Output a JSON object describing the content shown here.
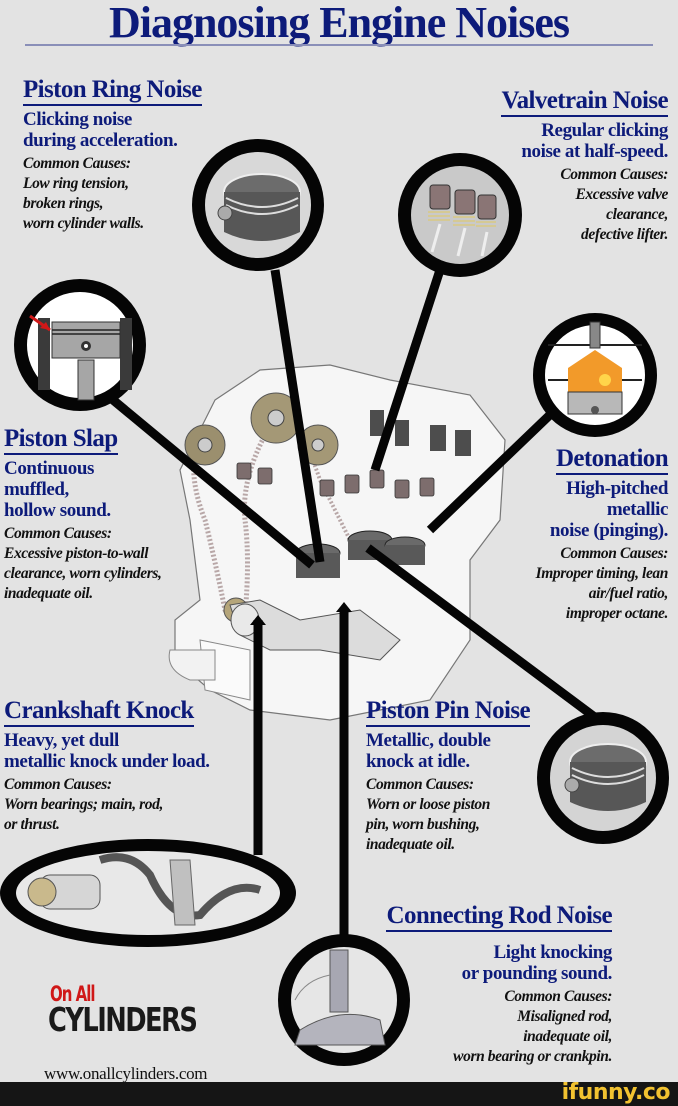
{
  "title": "Diagnosing Engine Noises",
  "sections": {
    "piston_ring": {
      "title": "Piston Ring Noise",
      "desc": [
        "Clicking noise",
        "during acceleration."
      ],
      "causes_label": "Common Causes:",
      "causes": [
        "Low ring tension,",
        "broken rings,",
        "worn cylinder walls."
      ]
    },
    "valvetrain": {
      "title": "Valvetrain Noise",
      "desc": [
        "Regular clicking",
        "noise at half-speed."
      ],
      "causes_label": "Common Causes:",
      "causes": [
        "Excessive valve",
        "clearance,",
        "defective lifter."
      ]
    },
    "piston_slap": {
      "title": "Piston Slap",
      "desc": [
        "Continuous",
        "muffled,",
        "hollow sound."
      ],
      "causes_label": "Common Causes:",
      "causes": [
        "Excessive piston-to-wall",
        "clearance, worn cylinders,",
        "inadequate oil."
      ]
    },
    "detonation": {
      "title": "Detonation",
      "desc": [
        "High-pitched",
        "metallic",
        "noise (pinging)."
      ],
      "causes_label": "Common Causes:",
      "causes": [
        "Improper timing, lean",
        "air/fuel ratio,",
        "improper octane."
      ]
    },
    "crankshaft_knock": {
      "title": "Crankshaft Knock",
      "desc": [
        "Heavy, yet dull",
        "metallic knock under load."
      ],
      "causes_label": "Common Causes:",
      "causes": [
        "Worn bearings; main, rod,",
        "or thrust."
      ]
    },
    "piston_pin": {
      "title": "Piston Pin Noise",
      "desc": [
        "Metallic, double",
        "knock at idle."
      ],
      "causes_label": "Common Causes:",
      "causes": [
        "Worn or loose piston",
        "pin, worn bushing,",
        "inadequate oil."
      ]
    },
    "connecting_rod": {
      "title": "Connecting Rod Noise",
      "desc": [
        "Light knocking",
        "or pounding sound."
      ],
      "causes_label": "Common Causes:",
      "causes": [
        "Misaligned rod,",
        "inadequate oil,",
        "worn bearing or crankpin."
      ]
    }
  },
  "logo": {
    "top": "On All",
    "main": "CYLINDERS",
    "url": "www.onallcylinders.com"
  },
  "watermark": "ifunny.co",
  "colors": {
    "heading": "#0d1b7a",
    "background": "#e3e3e3",
    "logo_red": "#d01818",
    "watermark": "#f2c230"
  },
  "icons": [
    "magnifier-piston-icon",
    "magnifier-valvetrain-icon",
    "magnifier-piston-slap-icon",
    "magnifier-detonation-icon",
    "magnifier-crankshaft-icon",
    "magnifier-piston-pin-icon",
    "magnifier-connecting-rod-icon",
    "engine-cutaway-illustration"
  ]
}
